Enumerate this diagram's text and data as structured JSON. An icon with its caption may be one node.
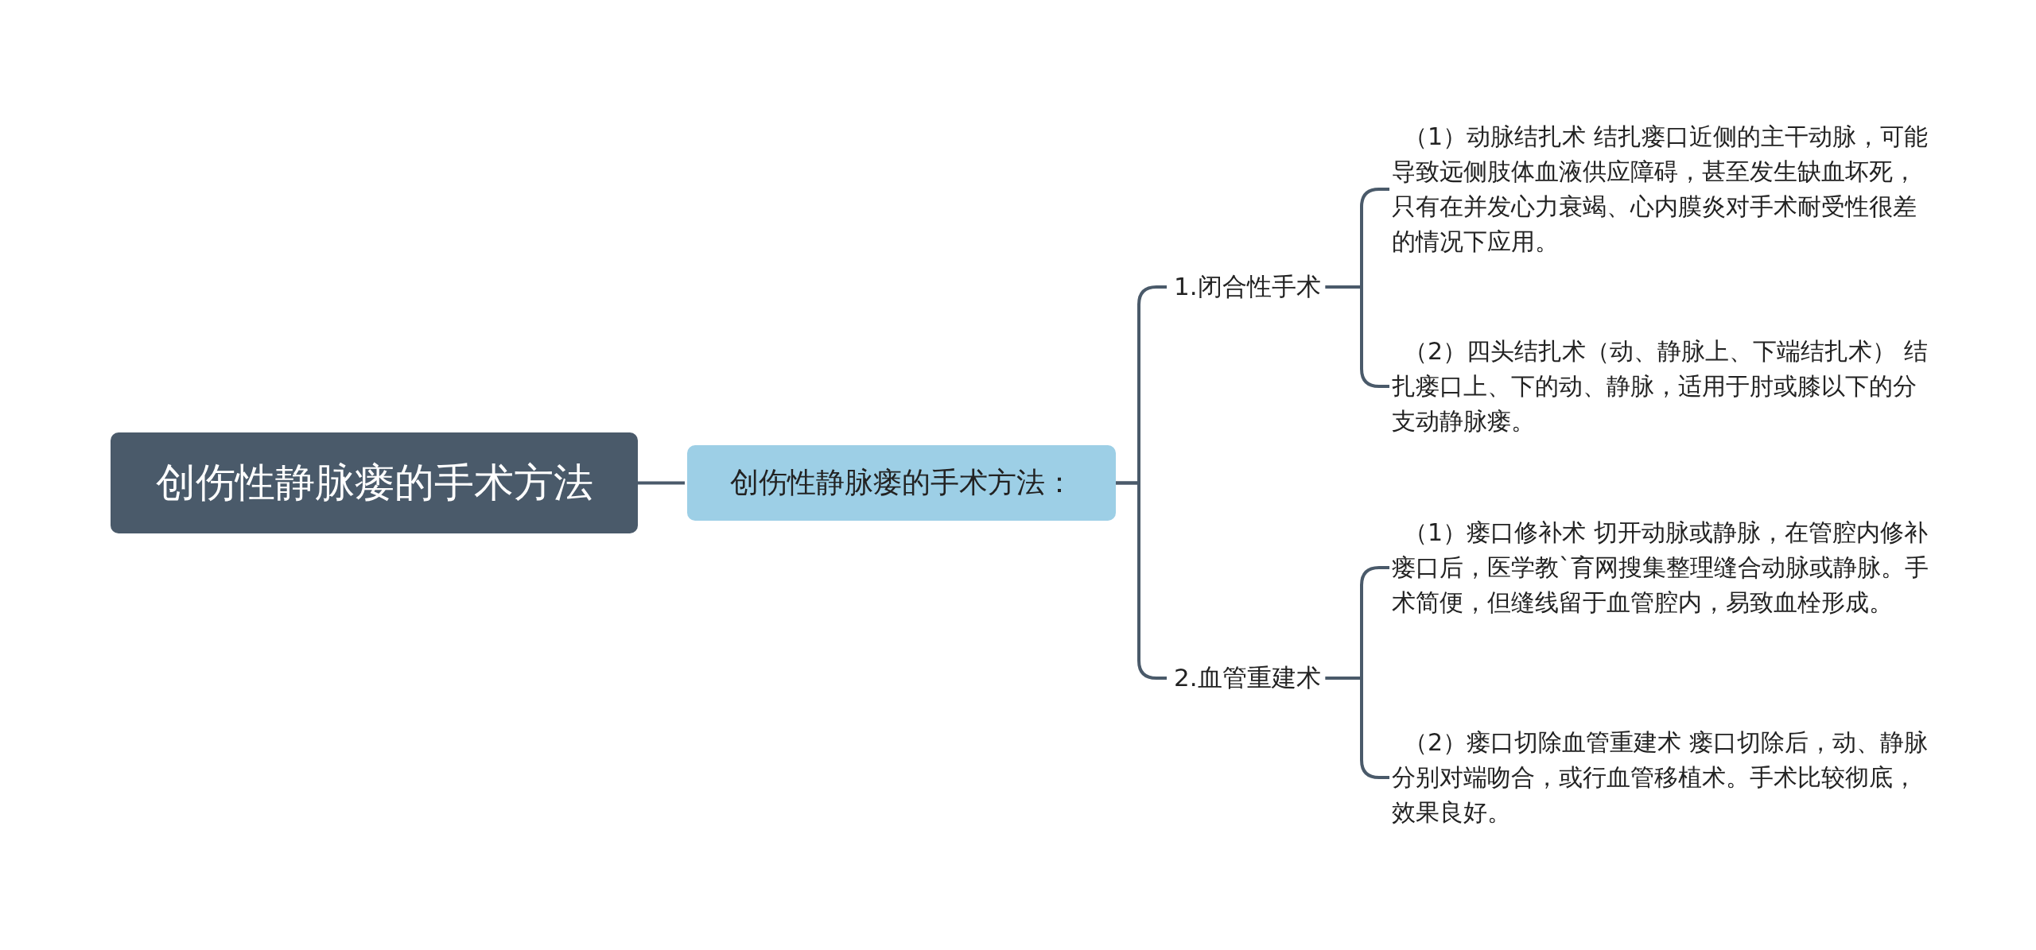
{
  "diagram": {
    "nodes": [
      {
        "text": [
          "创伤性静脉瘘的手术方法"
        ]
      },
      {
        "text": [
          "创伤性静脉瘘的手术方法："
        ]
      },
      {
        "text": [
          "1.闭合性手术"
        ]
      },
      {
        "text": [
          "（1）动脉结扎术 结扎瘘口近侧的主干动脉，可能导致远侧肢体血液供应障碍，甚至发生缺血坏死，只有在并发心力衰竭、心内膜炎对手术耐受性很差的情况下应用。"
        ]
      },
      {
        "text": [
          "（2）四头结扎术（动、静脉上、下端结扎术） 结扎瘘口上、下的动、静脉，适用于肘或膝以下的分支动静脉瘘。"
        ]
      },
      {
        "text": [
          "2.血管重建术"
        ]
      },
      {
        "text": [
          "（1）瘘口修补术 切开动脉或静脉，在管腔内修补瘘口后，医学教`育网搜集整理缝合动脉或静脉。手术简便，但缝线留于血管腔内，易致血栓形成。"
        ]
      },
      {
        "text": [
          "（2）瘘口切除血管重建术 瘘口切除后，动、静脉分别对端吻合，或行血管移植术。手术比较彻底，效果良好。"
        ]
      }
    ],
    "edges": [
      {
        "from": 0,
        "to": 1,
        "arrow": "none"
      },
      {
        "from": 1,
        "to": 2,
        "arrow": "none"
      },
      {
        "from": 1,
        "to": 5,
        "arrow": "none"
      },
      {
        "from": 2,
        "to": 3,
        "arrow": "none"
      },
      {
        "from": 2,
        "to": 4,
        "arrow": "none"
      },
      {
        "from": 5,
        "to": 6,
        "arrow": "none"
      },
      {
        "from": 5,
        "to": 7,
        "arrow": "none"
      }
    ]
  }
}
